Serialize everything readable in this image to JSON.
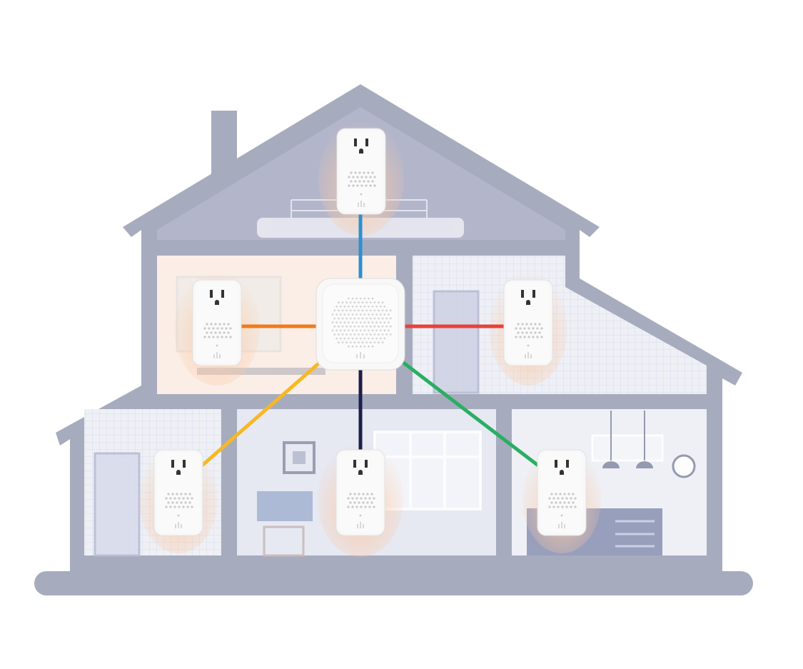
{
  "colors": {
    "house": "#a7abbe",
    "attic": "#b3b6cb",
    "room_light": "#eef0f6",
    "room_warm": "#fbeee6",
    "device": "#f7f7f7"
  },
  "connections": [
    {
      "to": "attic-plug",
      "color": "#2f8fcf"
    },
    {
      "to": "upstairs-left-plug",
      "color": "#f07a1d"
    },
    {
      "to": "upstairs-right-plug",
      "color": "#e8413a"
    },
    {
      "to": "downstairs-left-plug",
      "color": "#f6b824"
    },
    {
      "to": "downstairs-center-plug",
      "color": "#1d1f4a"
    },
    {
      "to": "kitchen-plug",
      "color": "#2aae62"
    }
  ]
}
